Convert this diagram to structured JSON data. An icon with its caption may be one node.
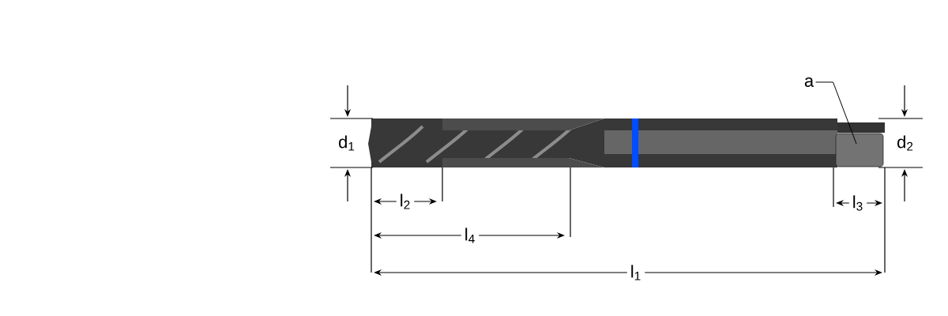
{
  "diagram": {
    "nodes": [
      {
        "text": [
          "a"
        ]
      },
      {
        "text": [],
        "shape": "box"
      }
    ],
    "edges": [
      {
        "from": 0,
        "to": 1,
        "arrow": "none"
      }
    ],
    "labels": [
      "d$_{1}$",
      "d$_{2}$",
      "l$_{2}$",
      "l$_{3}$",
      "l$_{4}$",
      "l$_{1}$"
    ]
  }
}
